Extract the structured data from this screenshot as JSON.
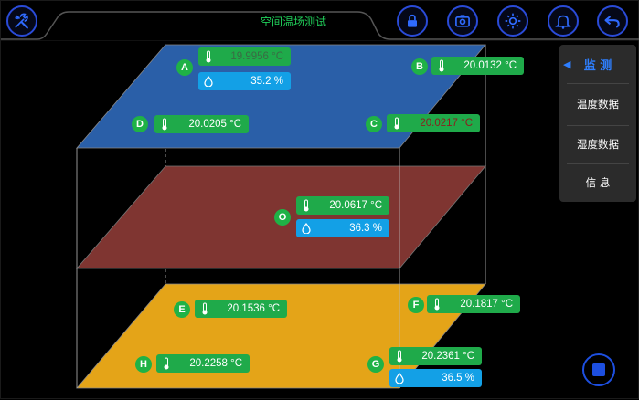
{
  "header": {
    "title": "空间温场测试"
  },
  "toolbar": {
    "settings_icon": "tools-icon",
    "lock_icon": "lock-icon",
    "camera_icon": "camera-icon",
    "brightness_icon": "brightness-icon",
    "alarm_icon": "bell-icon",
    "back_icon": "back-arrow-icon"
  },
  "colors": {
    "top_plane": "#2a5fa8",
    "mid_plane": "#7f3531",
    "bottom_plane": "#e4a418",
    "temp_badge": "#1faa4a",
    "humidity_badge": "#13a0e6",
    "accent": "#2a4bd8"
  },
  "points": {
    "A": {
      "label": "A",
      "temp": "19.9956 °C",
      "humidity": "35.2 %"
    },
    "B": {
      "label": "B",
      "temp": "20.0132 °C"
    },
    "C": {
      "label": "C",
      "temp": "20.0217 °C"
    },
    "D": {
      "label": "D",
      "temp": "20.0205 °C"
    },
    "O": {
      "label": "O",
      "temp": "20.0617 °C",
      "humidity": "36.3 %"
    },
    "E": {
      "label": "E",
      "temp": "20.1536 °C"
    },
    "F": {
      "label": "F",
      "temp": "20.1817 °C"
    },
    "G": {
      "label": "G",
      "temp": "20.2361 °C",
      "humidity": "36.5 %"
    },
    "H": {
      "label": "H",
      "temp": "20.2258 °C"
    }
  },
  "sidebar": {
    "arrow": "◀",
    "items": [
      {
        "label": "监 测",
        "active": true
      },
      {
        "label": "温度数据"
      },
      {
        "label": "湿度数据"
      },
      {
        "label": "信 息"
      }
    ]
  }
}
